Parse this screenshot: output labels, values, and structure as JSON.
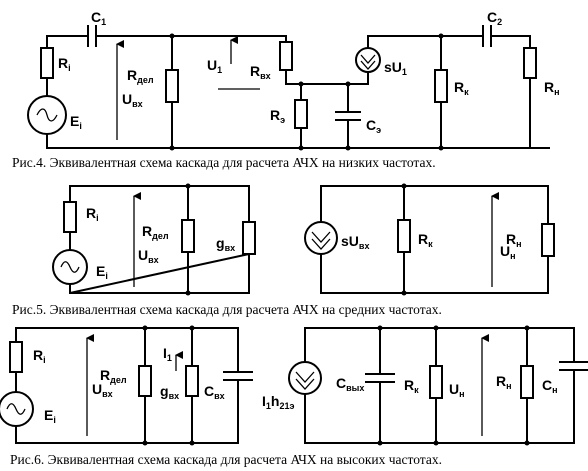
{
  "fig4": {
    "c1": "C",
    "c1_sub": "1",
    "c2": "C",
    "c2_sub": "2",
    "ri": "R",
    "ri_sub": "i",
    "ei": "E",
    "ei_sub": "i",
    "rdel": "R",
    "rdel_sub": "дел",
    "uin": "U",
    "uin_sub": "вх",
    "u1": "U",
    "u1_sub": "1",
    "rin": "R",
    "rin_sub": "вх",
    "re": "R",
    "re_sub": "э",
    "ce": "C",
    "ce_sub": "э",
    "su1": "sU",
    "su1_sub": "1",
    "rk": "R",
    "rk_sub": "к",
    "rn": "R",
    "rn_sub": "н",
    "caption": "Рис.4. Эквивалентная схема каскада для расчета АЧХ на низких частотах."
  },
  "fig5": {
    "ri": "R",
    "ri_sub": "i",
    "ei": "E",
    "ei_sub": "i",
    "rdel": "R",
    "rdel_sub": "дел",
    "uin": "U",
    "uin_sub": "вх",
    "gin": "g",
    "gin_sub": "вх",
    "suin": "sU",
    "suin_sub": "вх",
    "rk": "R",
    "rk_sub": "к",
    "un": "U",
    "un_sub": "н",
    "rn": "R",
    "rn_sub": "н",
    "caption": "Рис.5. Эквивалентная схема каскада для расчета АЧХ на средних частотах."
  },
  "fig6": {
    "ri": "R",
    "ri_sub": "i",
    "ei": "E",
    "ei_sub": "i",
    "rdel": "R",
    "rdel_sub": "дел",
    "uin": "U",
    "uin_sub": "вх",
    "i1": "I",
    "i1_sub": "1",
    "gin": "g",
    "gin_sub": "вх",
    "cin": "C",
    "cin_sub": "вх",
    "ih": "I",
    "ih_sub": "1",
    "ih2": "h",
    "ih2_sub": "21э",
    "cout": "C",
    "cout_sub": "вых",
    "rk": "R",
    "rk_sub": "к",
    "un": "U",
    "un_sub": "н",
    "rn": "R",
    "rn_sub": "н",
    "cn": "C",
    "cn_sub": "н",
    "caption": "Рис.6. Эквивалентная схема каскада для расчета АЧХ на высоких частотах."
  }
}
